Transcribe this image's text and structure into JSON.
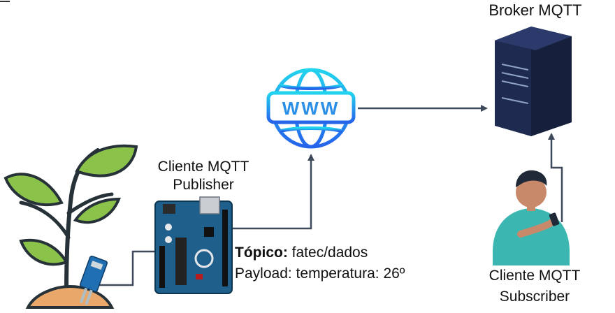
{
  "broker": {
    "label": "Broker MQTT"
  },
  "publisher": {
    "line1": "Cliente MQTT",
    "line2": "Publisher"
  },
  "subscriber": {
    "line1": "Cliente MQTT",
    "line2": "Subscriber"
  },
  "message": {
    "topic_key": "Tópico:",
    "topic_value": " fatec/dados",
    "payload": "Payload: temperatura: 26º"
  },
  "globe": {
    "text": "WWW",
    "gradient_top": "#22d3ee",
    "gradient_bottom": "#2563eb"
  },
  "colors": {
    "connector": "#3e4a5c",
    "server": "#1e2a4f",
    "board": "#1f5f8b",
    "leaf": "#8bc34a",
    "shirt": "#3cb6b0"
  },
  "icons": [
    "plant-icon",
    "soil-sensor-icon",
    "arduino-board-icon",
    "www-globe-icon",
    "server-icon",
    "person-phone-icon"
  ]
}
